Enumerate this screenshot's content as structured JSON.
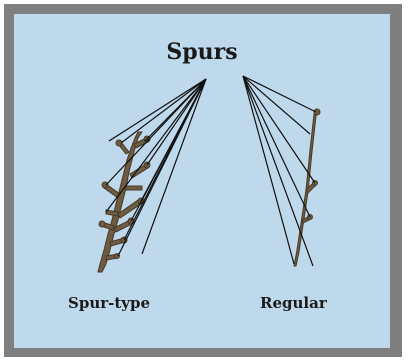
{
  "diagram": {
    "title": "Spurs",
    "left_label": "Spur-type",
    "right_label": "Regular"
  },
  "colors": {
    "background": "#bfd9ec",
    "border": "#7f7f7f",
    "branch": "#6b5a40",
    "leader": "#111111"
  }
}
